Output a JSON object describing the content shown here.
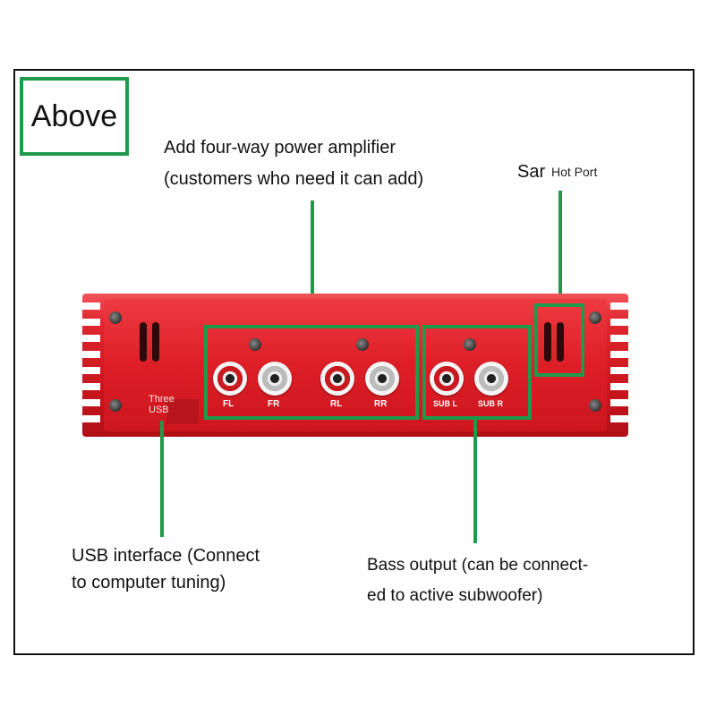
{
  "badge": {
    "text": "Above"
  },
  "annotations": {
    "amplifier_line1": "Add four-way power amplifier",
    "amplifier_line2": "(customers who need it can add)",
    "hot_port_prefix": "Sar",
    "hot_port": "Hot Port",
    "usb_line1": "USB interface (Connect",
    "usb_line2": "to computer tuning)",
    "bass_line1": "Bass output (can be connect-",
    "bass_line2": "ed to active subwoofer)"
  },
  "device": {
    "usb_label_line1": "Three",
    "usb_label_line2": "USB",
    "outputs": [
      "FL",
      "FR",
      "RL",
      "RR"
    ],
    "sub_outputs": [
      "SUB L",
      "SUB R"
    ]
  },
  "colors": {
    "highlight": "#1f9a4d",
    "chassis": "#dd1e27"
  }
}
